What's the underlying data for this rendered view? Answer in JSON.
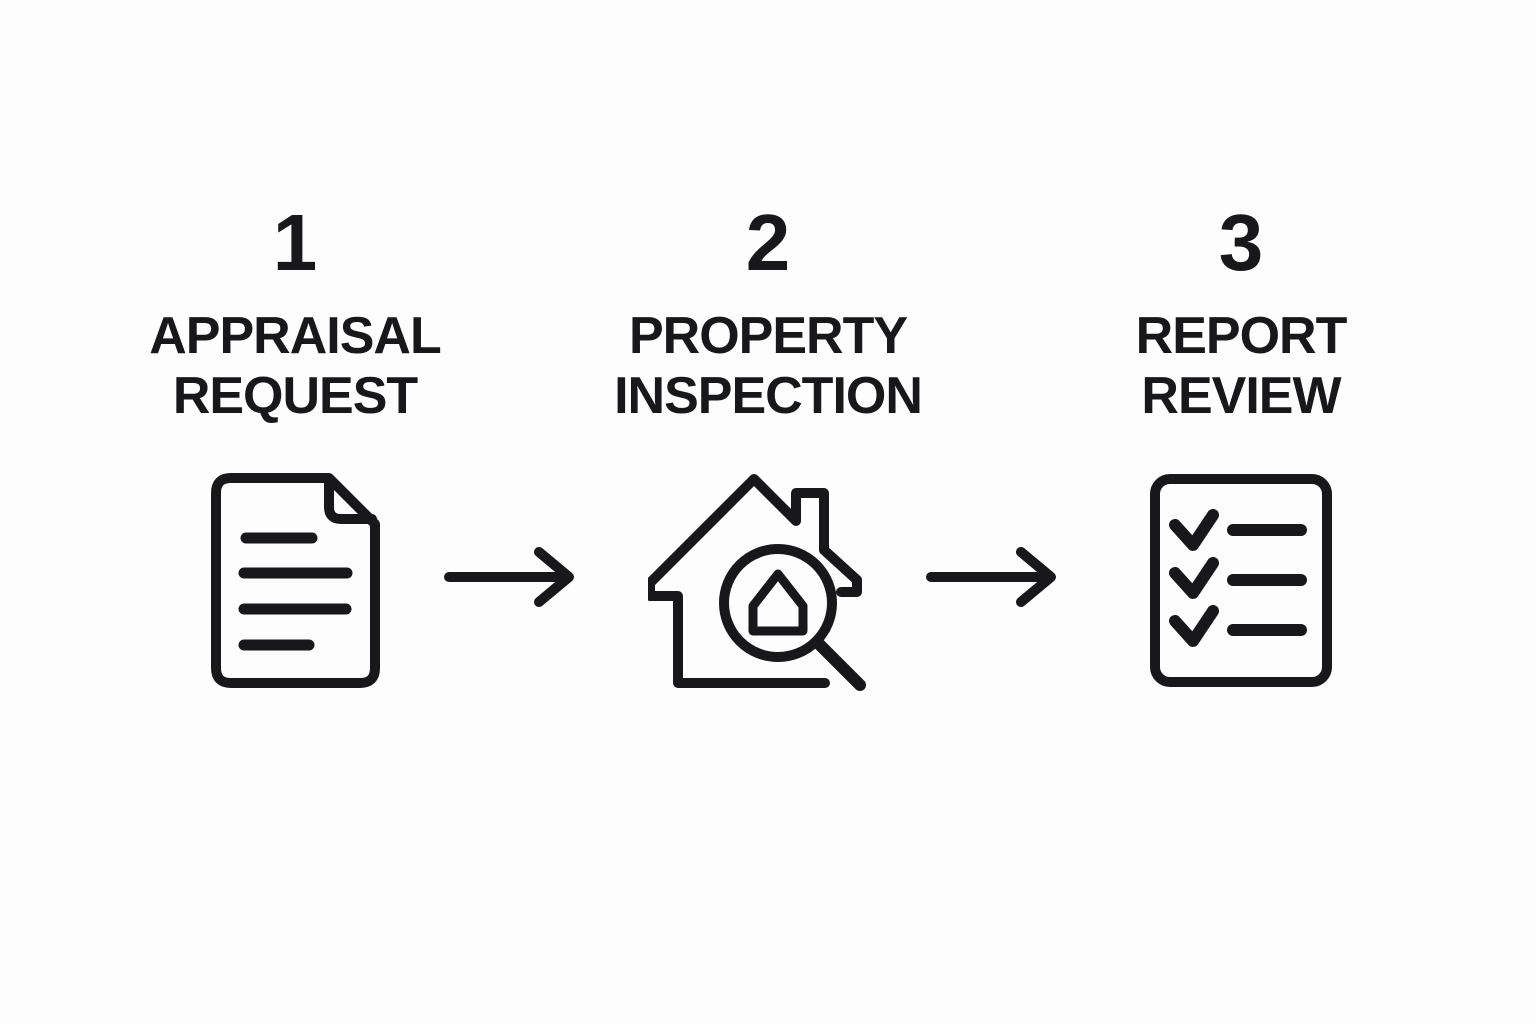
{
  "diagram": {
    "background_color": "#fdfdfd",
    "ink_color": "#18181a",
    "steps": [
      {
        "number": "1",
        "title_lines": [
          "APPRAISAL",
          "REQUEST"
        ],
        "icon": "document-icon"
      },
      {
        "number": "2",
        "title_lines": [
          "PROPERTY",
          "INSPECTION"
        ],
        "icon": "house-magnifier-icon"
      },
      {
        "number": "3",
        "title_lines": [
          "REPORT",
          "REVIEW"
        ],
        "icon": "checklist-icon"
      }
    ],
    "connectors": [
      {
        "icon": "arrow-right-icon"
      },
      {
        "icon": "arrow-right-icon"
      }
    ]
  }
}
